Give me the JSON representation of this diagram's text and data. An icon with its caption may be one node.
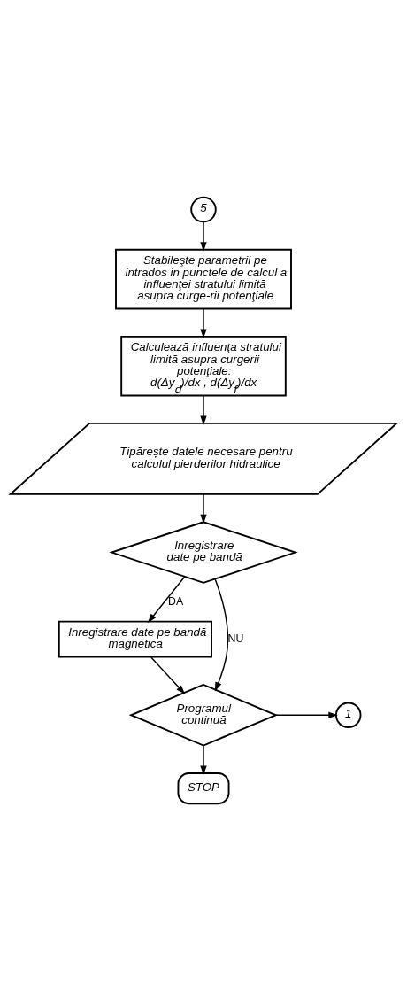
{
  "diagram": {
    "nodes": [
      {
        "text": [
          "5"
        ]
      },
      {
        "text": [
          "Stabileşte parametrii pe intrados in punctele de calcul a influenţei stratului limită asupra curge-rii potenţiale"
        ]
      },
      {
        "text": [
          "Calculează influenţa stratului limită asupra curgerii potenţiale:",
          "d(Δy$_{d}$)/dx , d(Δy$_{f}$)/dx"
        ]
      },
      {
        "text": [
          "Tipărește datele necesare pentru calculul pierderilor hidraulice"
        ]
      },
      {
        "text": [
          "Inregistrare date pe bandă"
        ]
      },
      {
        "text": [
          "Inregistrare date pe bandă magnetică"
        ]
      },
      {
        "text": [
          "Programul continuă"
        ]
      },
      {
        "text": [
          "1"
        ]
      },
      {
        "text": [
          "STOP"
        ]
      }
    ],
    "edges": [
      {
        "from": 0,
        "to": 1,
        "arrow": "to"
      },
      {
        "from": 1,
        "to": 2,
        "arrow": "to"
      },
      {
        "from": 2,
        "to": 3,
        "arrow": "to"
      },
      {
        "from": 3,
        "to": 4,
        "arrow": "to"
      },
      {
        "from": 4,
        "to": 5,
        "arrow": "to",
        "label": "DA"
      },
      {
        "from": 4,
        "to": 6,
        "arrow": "to",
        "label": "NU"
      },
      {
        "from": 5,
        "to": 6,
        "arrow": "to"
      },
      {
        "from": 6,
        "to": 7,
        "arrow": "to"
      },
      {
        "from": 6,
        "to": 8,
        "arrow": "to"
      }
    ]
  }
}
